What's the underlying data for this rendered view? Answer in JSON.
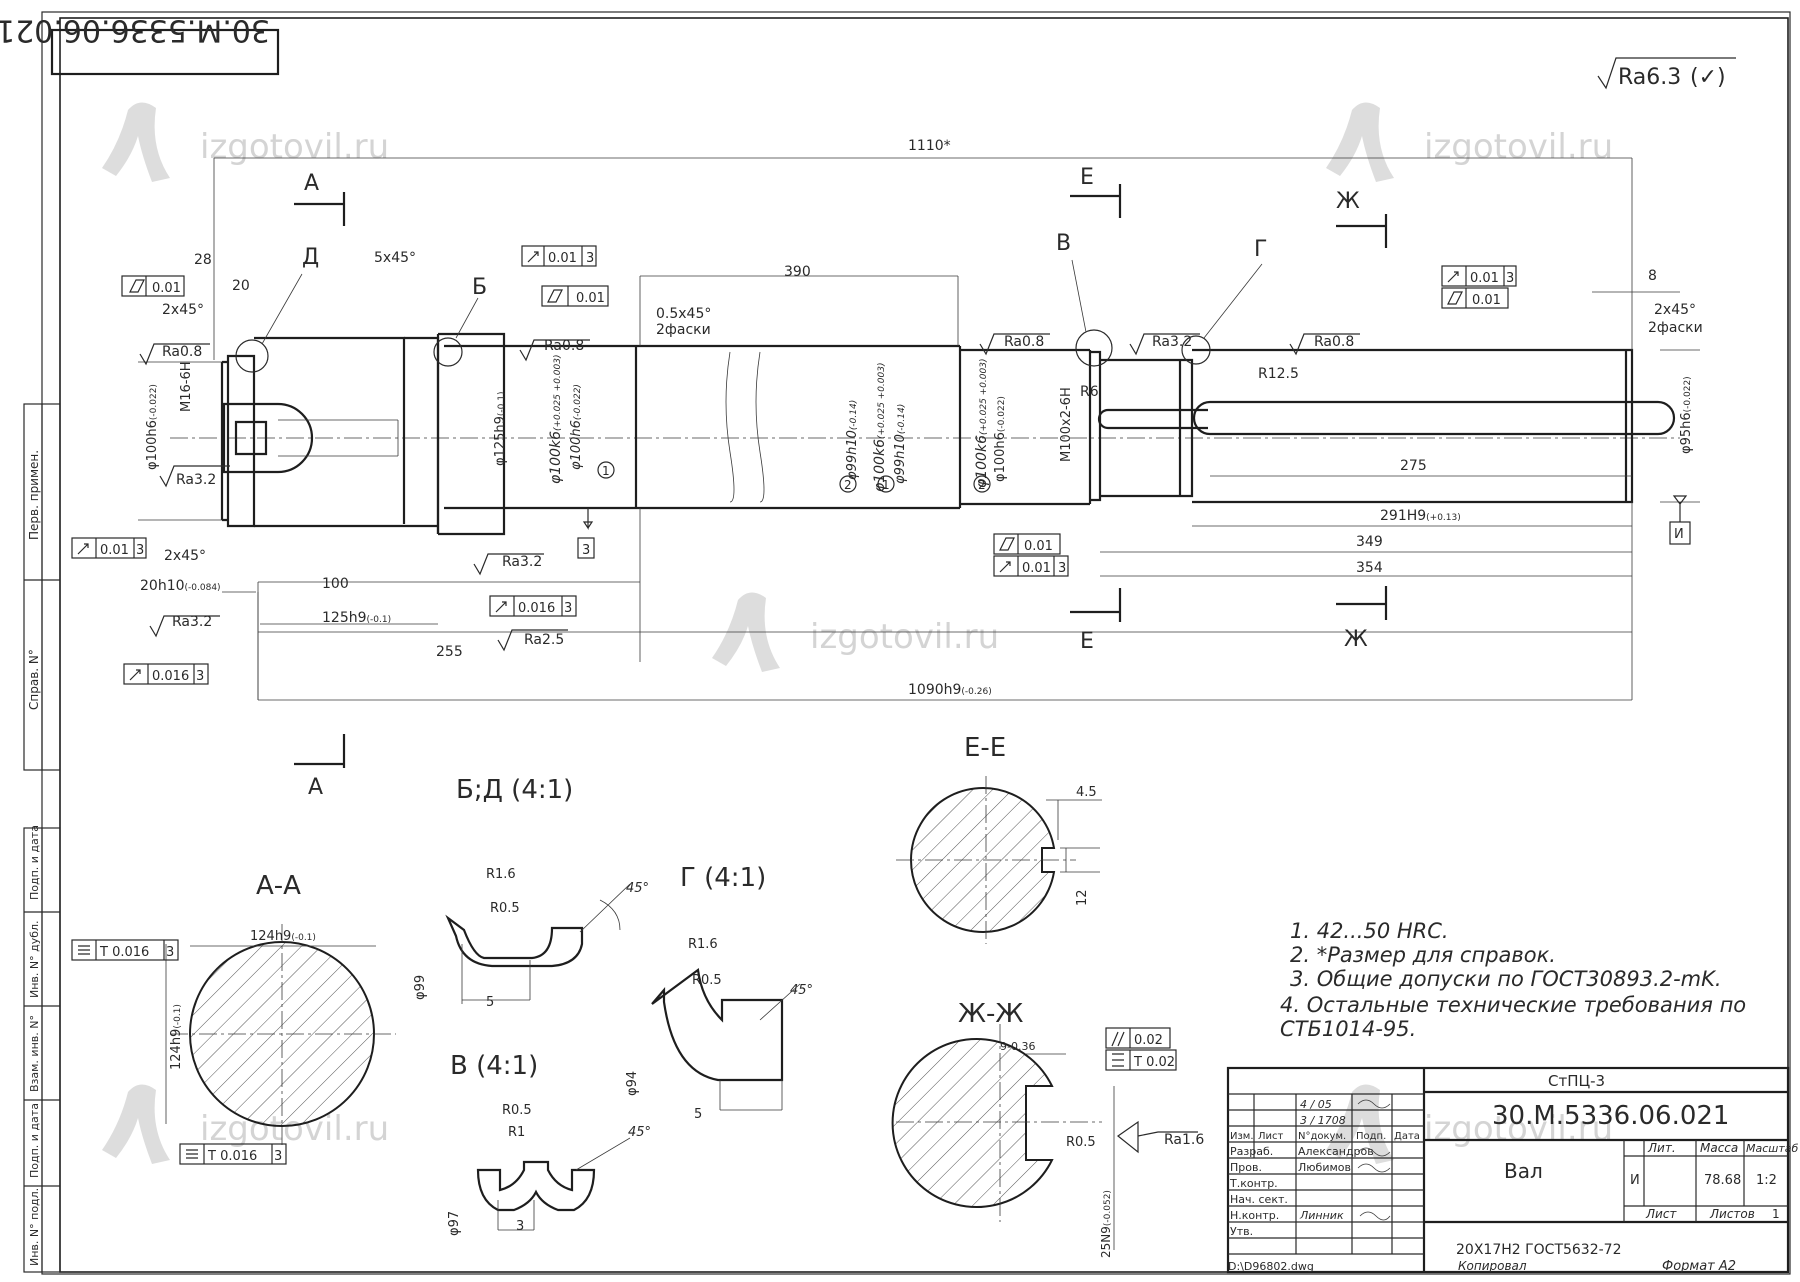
{
  "drawing_number": "30.М.5336.06.021",
  "roughness_general": "Ra6.3",
  "watermark": "izgotovil.ru",
  "section_marks": {
    "a": "А",
    "e": "Е",
    "zh": "Ж",
    "b": "Б",
    "v": "В",
    "g": "Г",
    "d": "Д"
  },
  "dims": {
    "total_ref": "1110*",
    "d28": "28",
    "d20": "20",
    "d5x45": "5x45°",
    "d390": "390",
    "d8": "8",
    "d2x45_left": "2x45°",
    "d2x45_left2": "2x45°",
    "d2x45_right": "2x45°",
    "two_chamfers": "2фаски",
    "d05x45": "0.5x45°",
    "two_chamfers2": "2фаски",
    "d100": "100",
    "d20h10": "20h10",
    "d20h10_tol": "(-0.084)",
    "d125h9": "125h9",
    "d125h9_tol": "(-0.1)",
    "d255": "255",
    "d1090": "1090h9",
    "d1090_tol": "(-0.26)",
    "d275": "275",
    "d291": "291H9",
    "d291_tol": "(+0.13)",
    "d349": "349",
    "d354": "354",
    "dia100h6": "φ100h6",
    "dia100h6_tol": "(-0.022)",
    "m16": "M16-6H",
    "dia125": "φ125h9",
    "dia125_tol": "(-0.1)",
    "dia100k6": "φ100k6",
    "dia100k6_tol": "(+0.025 +0.003)",
    "dia100h6b": "φ100h6",
    "dia100h6b_tol": "(-0.022)",
    "dia99": "φ99h10",
    "dia99_tol": "(-0.14)",
    "m100": "M100x2-6H",
    "dia95": "φ95h6",
    "dia95_tol": "(-0.022)",
    "r125": "R12.5",
    "r6": "R6"
  },
  "roughness": {
    "ra08": "Ra0.8",
    "ra32": "Ra3.2",
    "ra25": "Ra2.5"
  },
  "tolerances": {
    "t001_3": "0.01",
    "t001": "0.01",
    "t0016": "0.016",
    "base3": "3",
    "base_i": "И",
    "circle1": "1",
    "circle2": "2"
  },
  "views": {
    "aa": "А-А",
    "bd": "Б;Д (4:1)",
    "g": "Г (4:1)",
    "v": "В (4:1)",
    "ee": "Е-Е",
    "zhzh": "Ж-Ж",
    "aa_w": "124h9",
    "aa_w_tol": "(-0.1)",
    "aa_h": "124h9",
    "aa_h_tol": "(-0.1)",
    "t0016": "T 0.016",
    "base3": "3",
    "r16": "R1.6",
    "r05": "R0.5",
    "r1": "R1",
    "a45": "45°",
    "dim5": "5",
    "dim3": "3",
    "d99": "φ99",
    "d94": "φ94",
    "d97": "φ97",
    "ee_45": "4.5",
    "ee_12": "12",
    "zz_9": "9-0.36",
    "zz_par": "0.02",
    "zz_sym": "T 0.02",
    "zz_r05": "R0.5",
    "zz_ra": "Ra1.6",
    "zz_25": "25N9",
    "zz_25_tol": "(-0.052)"
  },
  "notes": [
    "1. 42...50 HRC.",
    "2. *Размер для справок.",
    "3. Общие допуски по ГОСТ30893.2-mK.",
    "4. Остальные технические требования по",
    "СТБ1014-95."
  ],
  "left_strip": [
    "Перв. примен.",
    "Справ. N°",
    "Подп. и дата",
    "Инв. N° дубл.",
    "Взам. инв. N°",
    "Подп. и дата",
    "Инв. N° подл."
  ],
  "title_block": {
    "org": "СтПЦ-3",
    "number": "30.М.5336.06.021",
    "name": "Вал",
    "material": "20Х17Н2 ГОСТ5632-72",
    "lit_label": "Лит.",
    "mass_label": "Масса",
    "scale_label": "Масштаб",
    "lit": "И",
    "mass": "78.68",
    "scale": "1:2",
    "sheet_label": "Лист",
    "sheets_label": "Листов",
    "sheets": "1",
    "roles": [
      "Изм.",
      "Лист",
      "N°докум.",
      "Подп.",
      "Дата"
    ],
    "razrab_label": "Разраб.",
    "razrab": "Александров",
    "prov_label": "Пров.",
    "prov": "Любимов",
    "tkontr_label": "Т.контр.",
    "nach_label": "Нач. сект.",
    "nkontr_label": "Н.контр.",
    "nkontr": "Линник",
    "utv_label": "Утв.",
    "rev_row1": "4 / 05",
    "rev_row2": "3 / 1708",
    "file": "D:\\D96802.dwg",
    "copied": "Копировал",
    "format": "Формат А2"
  }
}
